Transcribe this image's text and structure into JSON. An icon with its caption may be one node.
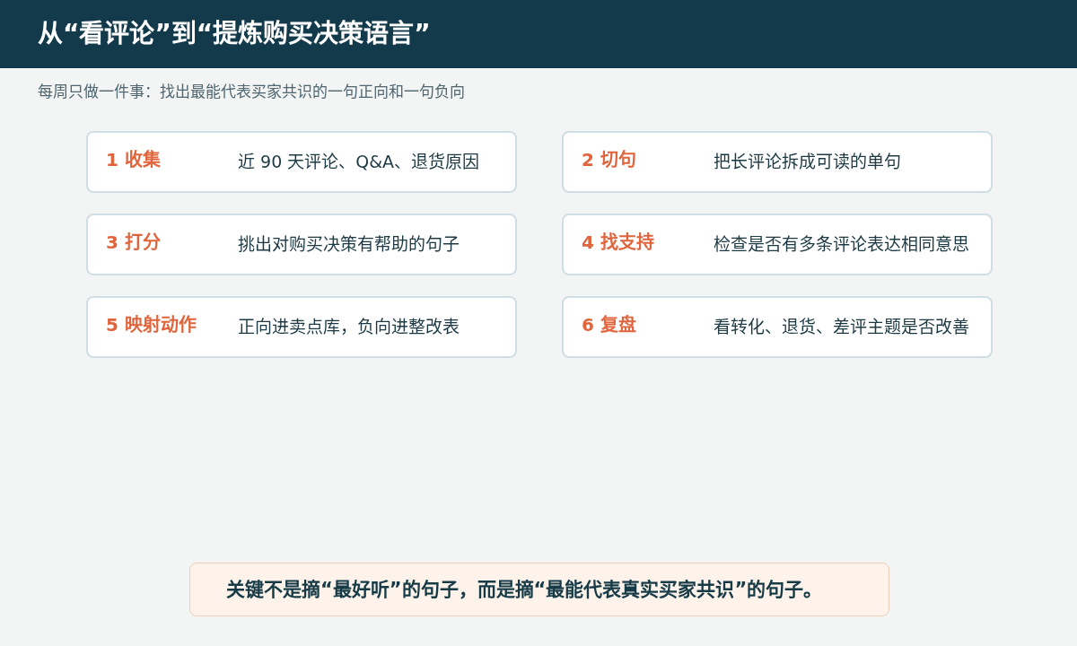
{
  "diagram": {
    "title": "从“看评论”到“提炼购买决策语言”",
    "nodes": [
      {
        "text": [
          "1 收集",
          "近 90 天评论、Q&A、退货原因"
        ]
      },
      {
        "text": [
          "2 切句",
          "把长评论拆成可读的单句"
        ]
      },
      {
        "text": [
          "3 打分",
          "挑出对购买决策有帮助的句子"
        ]
      },
      {
        "text": [
          "4 找支持",
          "检查是否有多条评论表达相同意思"
        ]
      },
      {
        "text": [
          "5 映射动作",
          "正向进卖点库，负向进整改表"
        ]
      },
      {
        "text": [
          "6 复盘",
          "看转化、退货、差评主题是否改善"
        ]
      },
      {
        "text": [
          "关键不是摘“最好听”的句子，而是摘“最能代表真实买家共识”的句子。"
        ]
      }
    ],
    "labels": [
      "每周只做一件事：找出最能代表买家共识的一句正向和一句负向"
    ]
  }
}
